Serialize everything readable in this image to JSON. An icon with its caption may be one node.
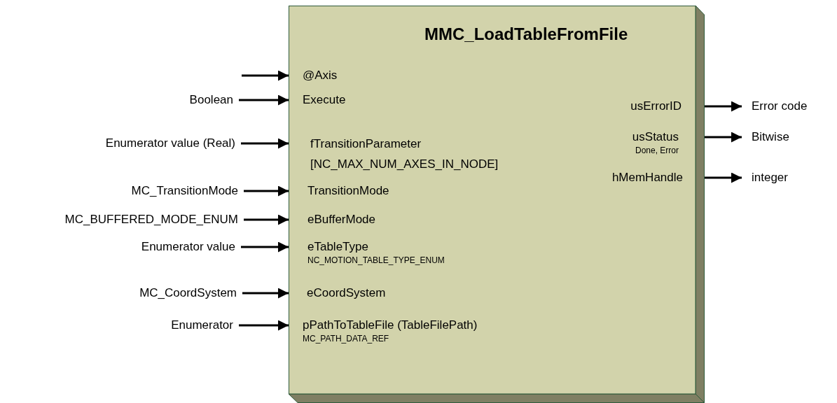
{
  "diagram": {
    "nodes": [
      {
        "text": [
          "MMC_LoadTableFromFile"
        ]
      },
      {
        "text": [
          "@Axis"
        ],
        "in": 0
      },
      {
        "text": [
          "Execute"
        ],
        "in": 0
      },
      {
        "text": [
          "fTransitionParameter [NC_MAX_NUM_AXES_IN_NODE]"
        ],
        "in": 0
      },
      {
        "text": [
          "TransitionMode"
        ],
        "in": 0
      },
      {
        "text": [
          "eBufferMode"
        ],
        "in": 0
      },
      {
        "text": [
          "eTableType",
          "NC_MOTION_TABLE_TYPE_ENUM"
        ],
        "in": 0
      },
      {
        "text": [
          "eCoordSystem"
        ],
        "in": 0
      },
      {
        "text": [
          "pPathToTableFile (TableFilePath)",
          "MC_PATH_DATA_REF"
        ],
        "in": 0
      },
      {
        "text": [
          "usErrorID"
        ],
        "in": 0
      },
      {
        "text": [
          "usStatus",
          "Done, Error"
        ],
        "in": 0
      },
      {
        "text": [
          "hMemHandle"
        ],
        "in": 0
      },
      {
        "text": [
          "Boolean"
        ]
      },
      {
        "text": [
          "Enumerator value (Real)"
        ]
      },
      {
        "text": [
          "MC_TransitionMode"
        ]
      },
      {
        "text": [
          "MC_BUFFERED_MODE_ENUM"
        ]
      },
      {
        "text": [
          "Enumerator value"
        ]
      },
      {
        "text": [
          "MC_CoordSystem"
        ]
      },
      {
        "text": [
          "Enumerator"
        ]
      },
      {
        "text": [
          "Error code"
        ]
      },
      {
        "text": [
          "Bitwise"
        ]
      },
      {
        "text": [
          "integer"
        ]
      }
    ],
    "edges": [
      {
        "from": null,
        "to": 1,
        "arrow": "to"
      },
      {
        "from": 12,
        "to": 2,
        "arrow": "to"
      },
      {
        "from": 13,
        "to": 3,
        "arrow": "to"
      },
      {
        "from": 14,
        "to": 4,
        "arrow": "to"
      },
      {
        "from": 15,
        "to": 5,
        "arrow": "to"
      },
      {
        "from": 16,
        "to": 6,
        "arrow": "to"
      },
      {
        "from": 17,
        "to": 7,
        "arrow": "to"
      },
      {
        "from": 18,
        "to": 8,
        "arrow": "to"
      },
      {
        "from": 9,
        "to": 19,
        "arrow": "to"
      },
      {
        "from": 10,
        "to": 20,
        "arrow": "to"
      },
      {
        "from": 11,
        "to": 21,
        "arrow": "to"
      }
    ]
  }
}
